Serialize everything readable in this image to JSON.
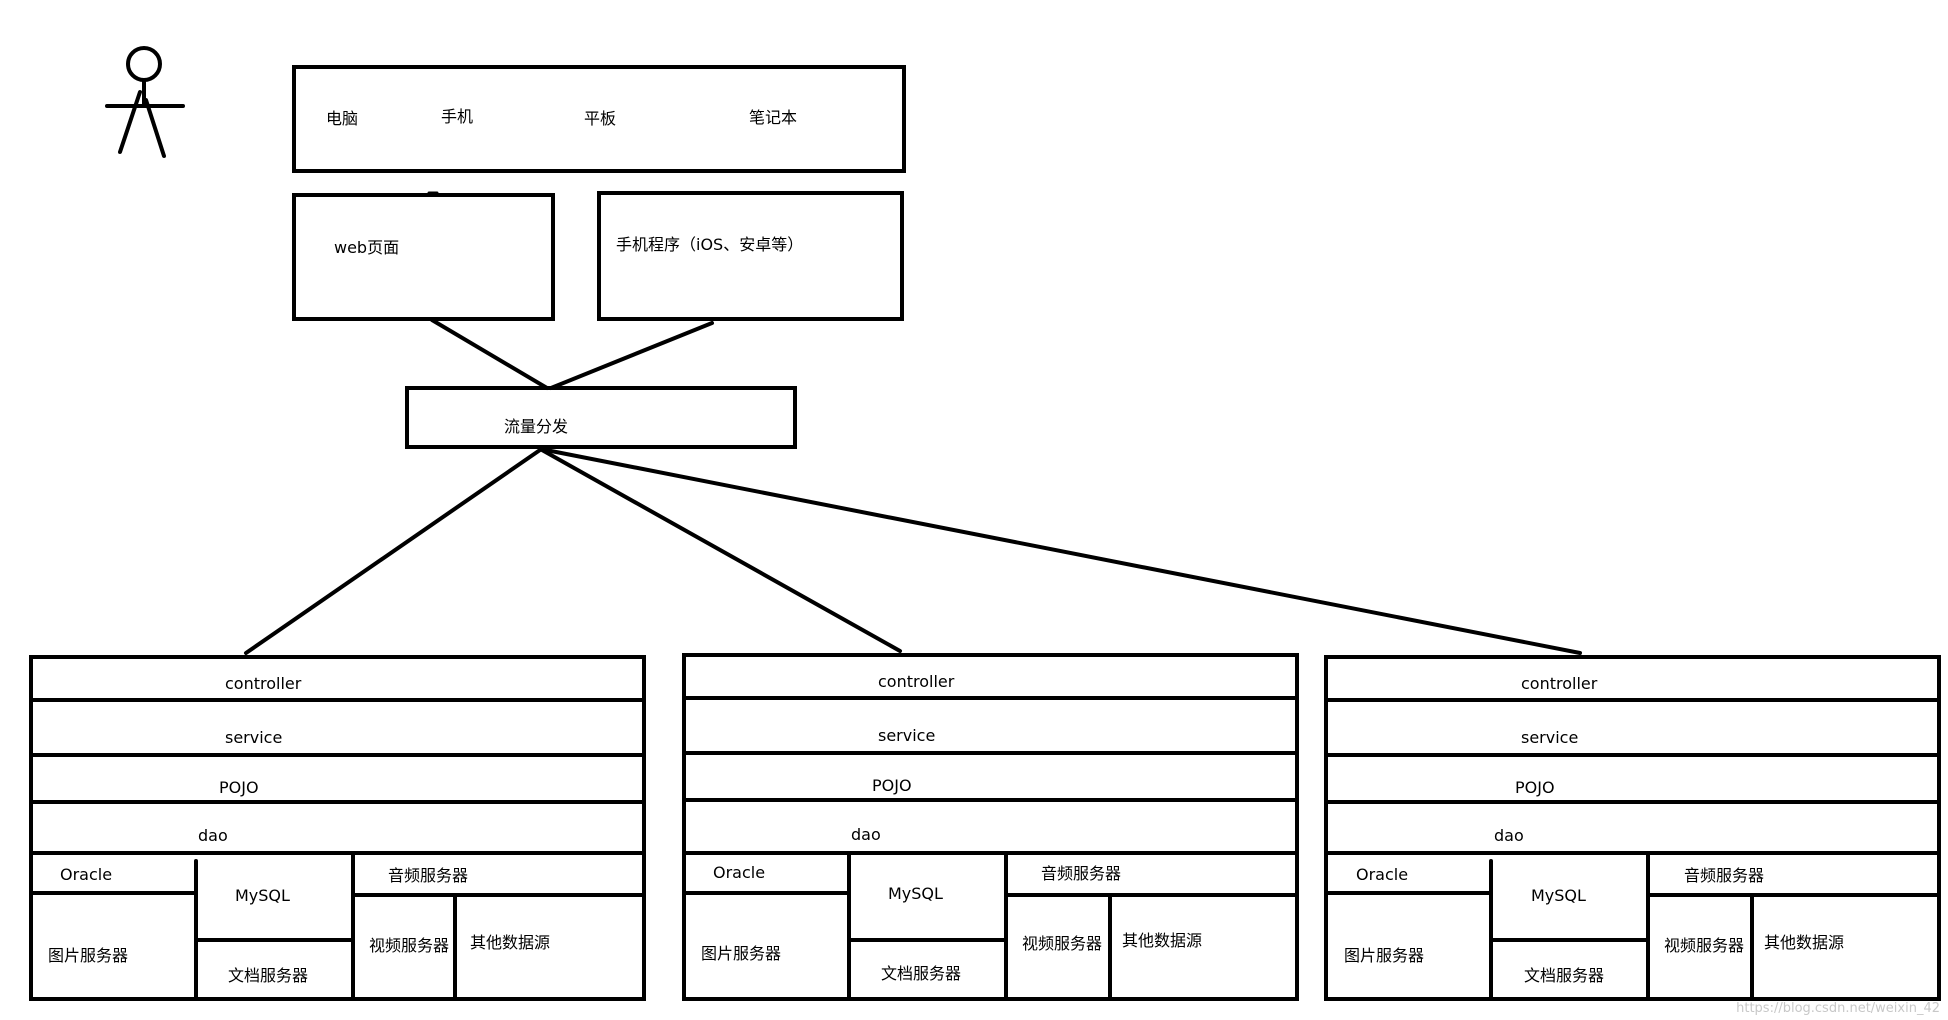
{
  "devices": {
    "computer": "电脑",
    "phone": "手机",
    "tablet": "平板",
    "laptop": "笔记本"
  },
  "clients": {
    "web": "web页面",
    "mobile": "手机程序（iOS、安卓等）"
  },
  "router": "流量分发",
  "stack": {
    "controller": "controller",
    "service": "service",
    "pojo": "POJO",
    "dao": "dao",
    "oracle": "Oracle",
    "mysql": "MySQL",
    "audio": "音频服务器",
    "image": "图片服务器",
    "document": "文档服务器",
    "video": "视频服务器",
    "other": "其他数据源"
  },
  "watermark": "https://blog.csdn.net/weixin_42"
}
